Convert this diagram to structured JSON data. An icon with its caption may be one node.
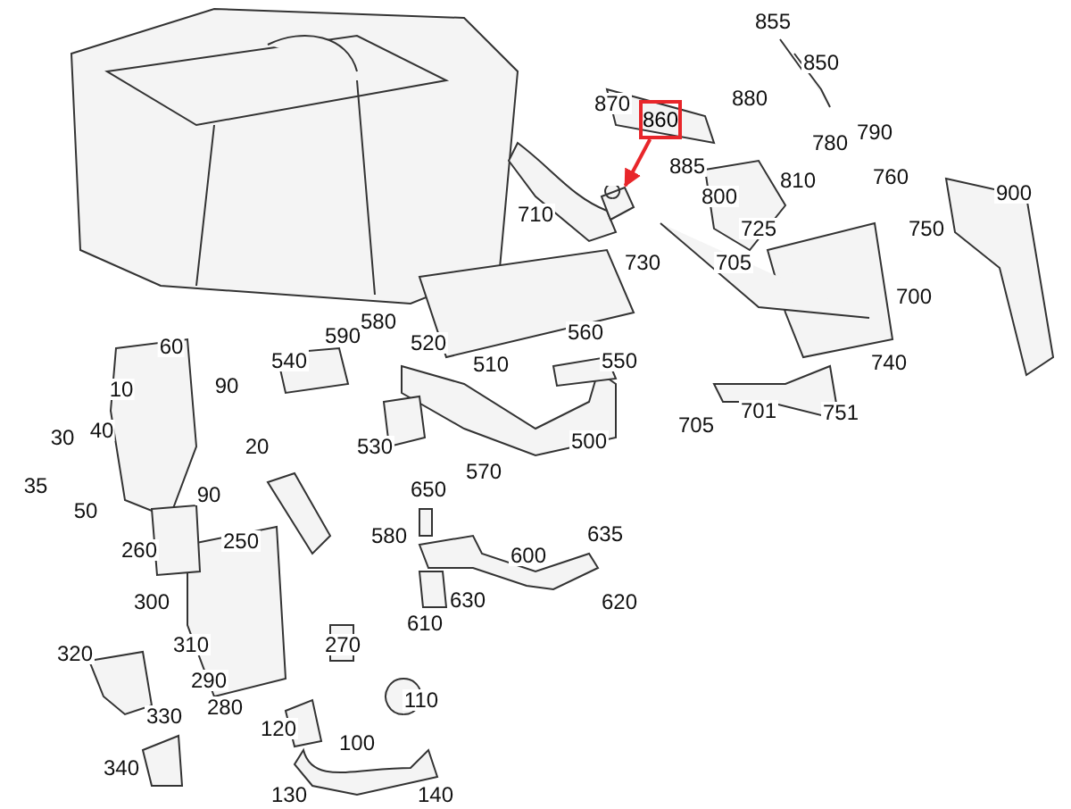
{
  "diagram": {
    "nodes": [
      {
        "text": [
          "860"
        ]
      },
      {
        "text": [],
        "shape": "picture"
      }
    ],
    "edges": [
      {
        "from": 0,
        "to": 1,
        "arrow": "to",
        "color": "#e8262a"
      }
    ],
    "labels": [
      "855",
      "850",
      "870",
      "880",
      "780",
      "790",
      "885",
      "800",
      "810",
      "760",
      "900",
      "710",
      "725",
      "750",
      "730",
      "705",
      "700",
      "60",
      "540",
      "590",
      "580",
      "520",
      "510",
      "560",
      "550",
      "740",
      "10",
      "90",
      "30",
      "40",
      "20",
      "530",
      "500",
      "705",
      "701",
      "751",
      "35",
      "50",
      "90",
      "650",
      "570",
      "260",
      "250",
      "580",
      "600",
      "635",
      "300",
      "630",
      "620",
      "610",
      "320",
      "310",
      "270",
      "330",
      "290",
      "280",
      "120",
      "100",
      "110",
      "340",
      "130",
      "140"
    ]
  }
}
